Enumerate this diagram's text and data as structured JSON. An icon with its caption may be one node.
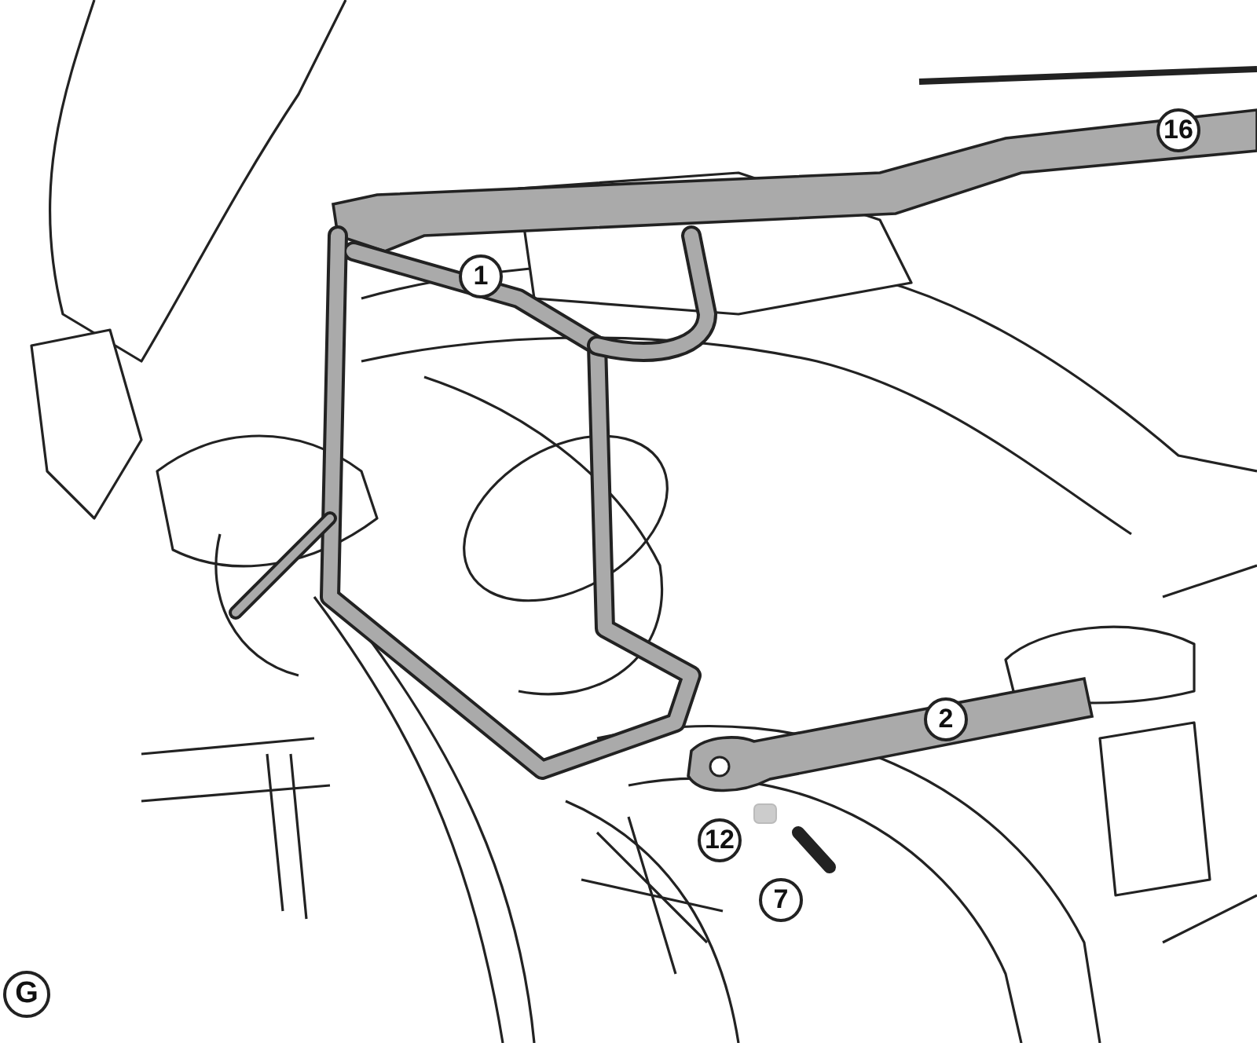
{
  "diagram": {
    "labels": [
      "16",
      "1",
      "2",
      "12",
      "7",
      "G"
    ]
  }
}
